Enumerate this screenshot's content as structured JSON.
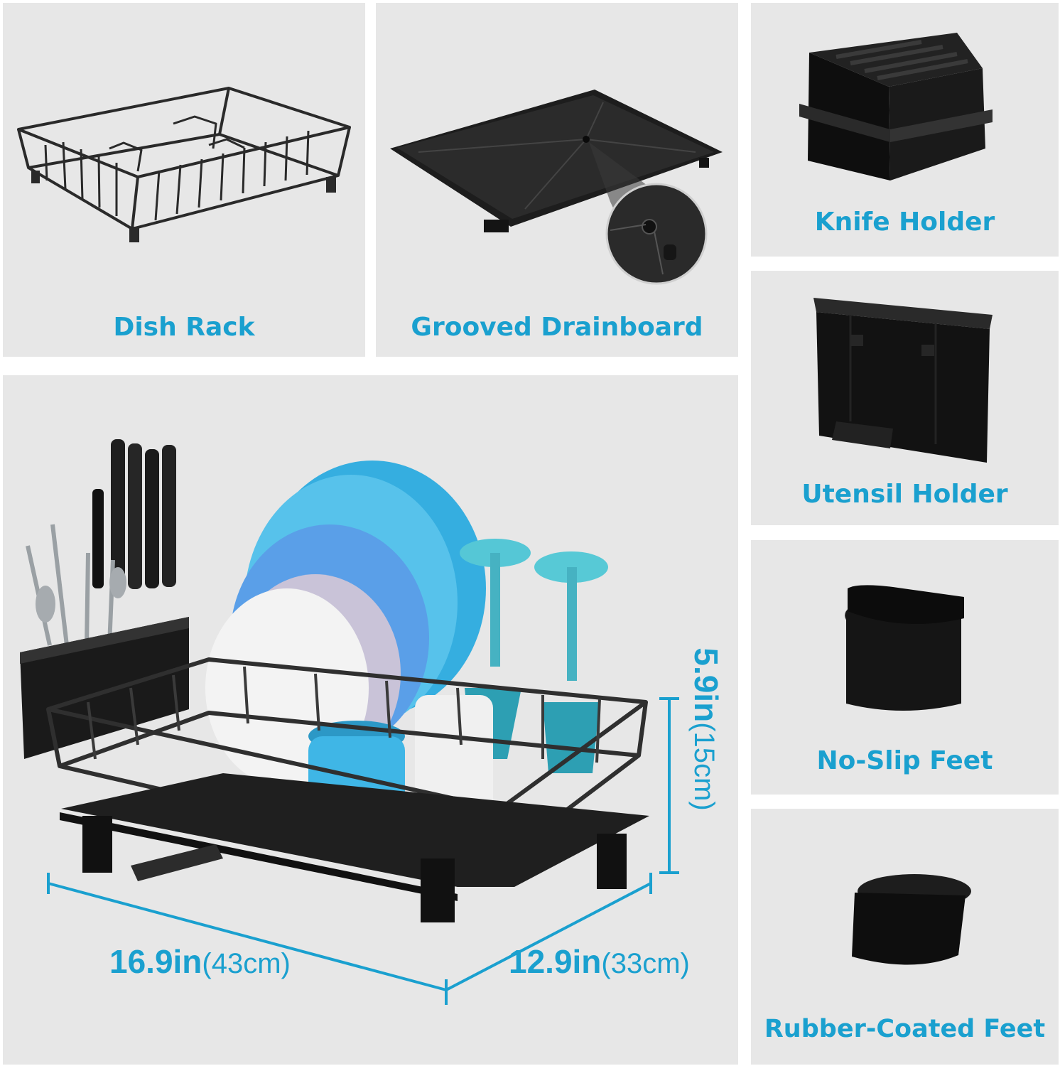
{
  "panels": {
    "dish_rack": {
      "label": "Dish Rack"
    },
    "drainboard": {
      "label": "Grooved Drainboard"
    },
    "knife_holder": {
      "label": "Knife Holder"
    },
    "utensil_holder": {
      "label": "Utensil Holder"
    },
    "no_slip_feet": {
      "label": "No-Slip Feet"
    },
    "rubber_feet": {
      "label": "Rubber-Coated Feet"
    }
  },
  "dimensions": {
    "length": {
      "value": "16.9in",
      "metric": "(43cm)"
    },
    "width": {
      "value": "12.9in",
      "metric": "(33cm)"
    },
    "height": {
      "value": "5.9in",
      "metric": "(15cm)"
    }
  },
  "colors": {
    "accent": "#1aa0cf",
    "panel_bg": "#e7e7e7",
    "product": "#1a1a1a",
    "plate_blue": "#3fb6e6"
  }
}
